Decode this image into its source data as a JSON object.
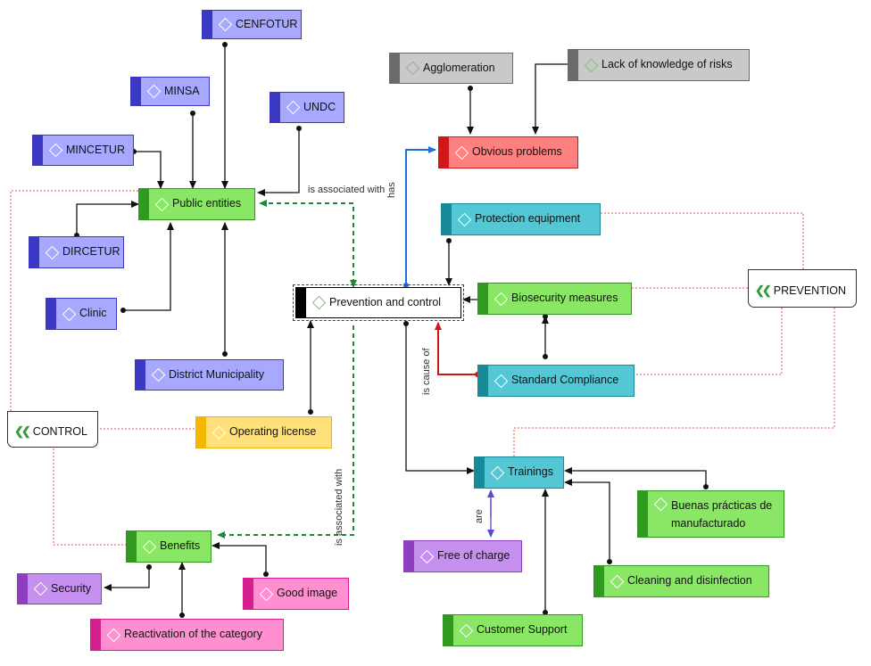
{
  "diagram": {
    "central": {
      "label": "Prevention and control"
    },
    "groups": {
      "control": "CONTROL",
      "prevention": "PREVENTION"
    },
    "nodes": {
      "cenfotur": "CENFOTUR",
      "minsa": "MINSA",
      "undc": "UNDC",
      "mincetur": "MINCETUR",
      "public_entities": "Public entities",
      "dircetur": "DIRCETUR",
      "clinic": "Clinic",
      "district_municipality": "District Municipality",
      "operating_license": "Operating license",
      "benefits": "Benefits",
      "security": "Security",
      "good_image": "Good image",
      "reactivation": "Reactivation of the category",
      "agglomeration": "Agglomeration",
      "lack_knowledge": "Lack of knowledge of risks",
      "obvious_problems": "Obvious problems",
      "protection_equipment": "Protection equipment",
      "biosecurity": "Biosecurity measures",
      "standard_compliance": "Standard Compliance",
      "trainings": "Trainings",
      "free_of_charge": "Free of charge",
      "buenas_practicas": "Buenas prácticas de manufacturado",
      "cleaning": "Cleaning and disinfection",
      "customer_support": "Customer Support"
    },
    "edge_labels": {
      "is_associated_with_top": "is associated with",
      "has": "has",
      "is_cause_of": "is cause of",
      "is_associated_with_bottom": "is associated with",
      "are": "are"
    }
  }
}
